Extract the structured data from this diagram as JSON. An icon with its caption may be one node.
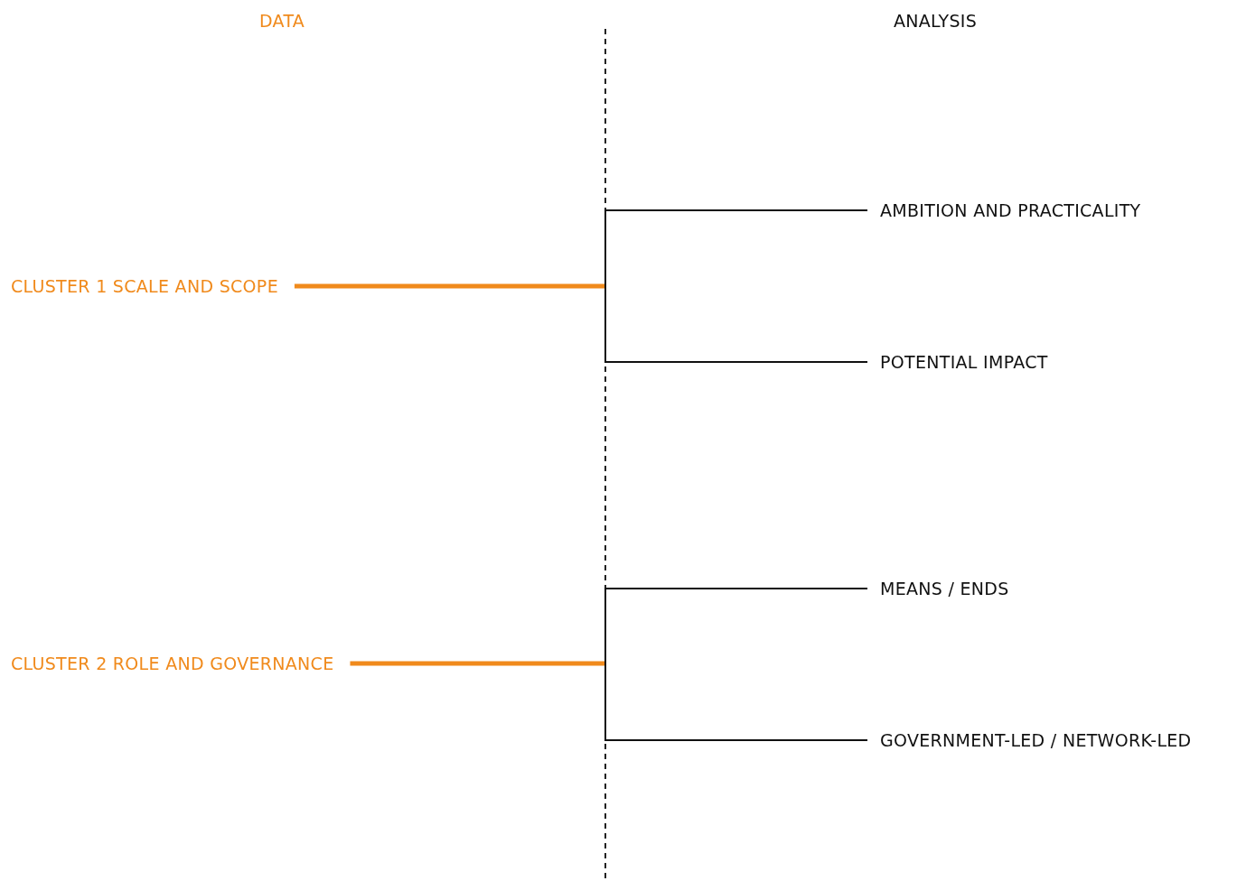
{
  "diagram": {
    "nodes": [
      {
        "text": [
          "CLUSTER 1 SCALE AND SCOPE"
        ]
      },
      {
        "text": [
          "CLUSTER 2 ROLE AND GOVERNANCE"
        ]
      },
      {
        "text": [
          "AMBITION AND PRACTICALITY"
        ]
      },
      {
        "text": [
          "POTENTIAL IMPACT"
        ]
      },
      {
        "text": [
          "MEANS / ENDS"
        ]
      },
      {
        "text": [
          "GOVERNMENT-LED / NETWORK-LED"
        ]
      }
    ],
    "edges": [
      {
        "from": 0,
        "to": 2,
        "arrow": "none"
      },
      {
        "from": 0,
        "to": 3,
        "arrow": "none"
      },
      {
        "from": 1,
        "to": 4,
        "arrow": "none"
      },
      {
        "from": 1,
        "to": 5,
        "arrow": "none"
      }
    ],
    "labels": [
      "DATA",
      "ANALYSIS"
    ]
  }
}
